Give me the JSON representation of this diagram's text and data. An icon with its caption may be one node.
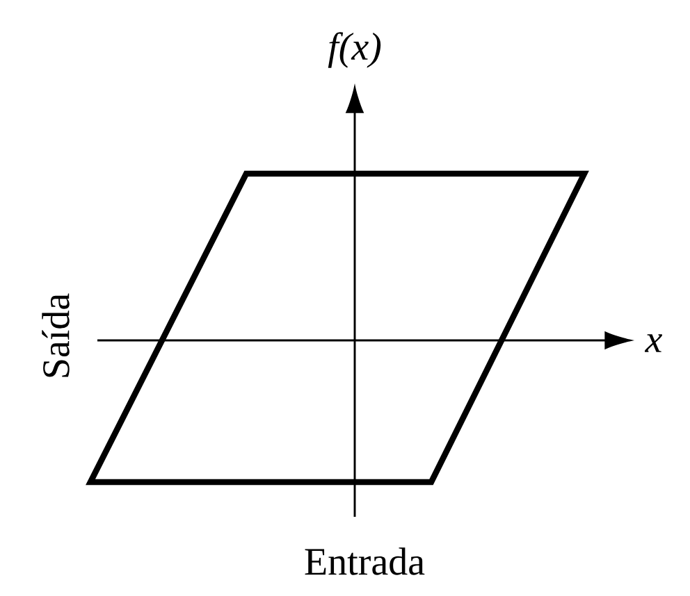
{
  "diagram": {
    "labels": [
      "f(x)",
      "x",
      "Saída",
      "Entrada"
    ]
  }
}
